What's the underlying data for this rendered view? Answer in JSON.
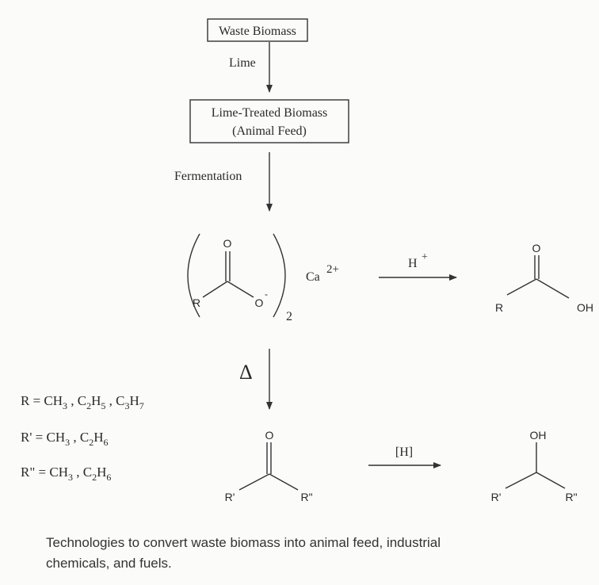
{
  "flow": {
    "box1": "Waste Biomass",
    "step1": "Lime",
    "box2_line1": "Lime-Treated Biomass",
    "box2_line2": "(Animal Feed)",
    "step2": "Fermentation",
    "step3": "Δ"
  },
  "salt": {
    "o": "O",
    "r": "R",
    "o_minus": "O",
    "minus": "-",
    "subscript": "2",
    "ca": "Ca",
    "ca_charge": "2+"
  },
  "acidification": {
    "reagent": "H",
    "reagent_charge": "+"
  },
  "acid": {
    "o": "O",
    "r": "R",
    "oh": "OH"
  },
  "ketone": {
    "o": "O",
    "r1": "R'",
    "r2": "R\""
  },
  "reduction": {
    "reagent": "[H]"
  },
  "alcohol": {
    "oh": "OH",
    "r1": "R'",
    "r2": "R\""
  },
  "definitions": [
    {
      "parts": [
        [
          "R = CH",
          0
        ],
        [
          "3",
          1
        ],
        [
          " , C",
          0
        ],
        [
          "2",
          1
        ],
        [
          "H",
          0
        ],
        [
          "5",
          1
        ],
        [
          " , C",
          0
        ],
        [
          "3",
          1
        ],
        [
          "H",
          0
        ],
        [
          "7",
          1
        ]
      ]
    },
    {
      "parts": [
        [
          "R' = CH",
          0
        ],
        [
          "3",
          1
        ],
        [
          " , C",
          0
        ],
        [
          "2",
          1
        ],
        [
          "H",
          0
        ],
        [
          "6",
          1
        ]
      ]
    },
    {
      "parts": [
        [
          "R\" = CH",
          0
        ],
        [
          "3",
          1
        ],
        [
          " , C",
          0
        ],
        [
          "2",
          1
        ],
        [
          "H",
          0
        ],
        [
          "6",
          1
        ]
      ]
    }
  ],
  "caption": {
    "line1": "Technologies to convert waste biomass into animal feed, industrial",
    "line2": "chemicals, and fuels."
  }
}
